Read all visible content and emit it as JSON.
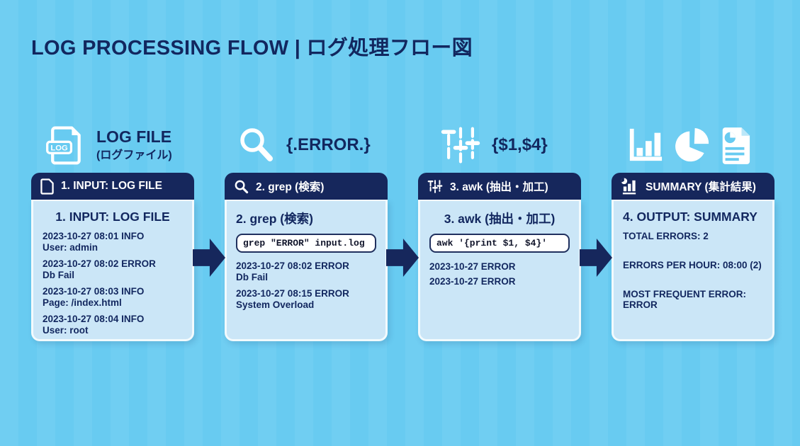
{
  "page": {
    "title": "LOG PROCESSING FLOW | ログ処理フロー図"
  },
  "colors": {
    "background": "#68cbf1",
    "navy": "#16275c",
    "text_navy": "#12275f",
    "card_body": "#cbe6f7",
    "card_border": "#f2fafd",
    "white": "#ffffff"
  },
  "stage1": {
    "icon": "log-file-icon",
    "icon_text": "LOG",
    "label_title": "LOG FILE",
    "label_subtitle": "(ログファイル)",
    "header": "1. INPUT: LOG FILE",
    "body_title": "1. INPUT: LOG FILE",
    "entries": [
      {
        "line1": "2023-10-27 08:01 INFO",
        "line2": "User: admin"
      },
      {
        "line1": "2023-10-27 08:02 ERROR",
        "line2": "Db Fail"
      },
      {
        "line1": "2023-10-27 08:03 INFO",
        "line2": "Page: /index.html"
      },
      {
        "line1": "2023-10-27 08:04 INFO",
        "line2": "User: root"
      }
    ]
  },
  "stage2": {
    "icon": "magnifier-icon",
    "annotation": "{.ERROR.}",
    "header": "2. grep (検索)",
    "body_title": "2. grep (検索)",
    "command": "grep \"ERROR\" input.log",
    "entries": [
      {
        "line1": "2023-10-27 08:02 ERROR",
        "line2": "Db Fail"
      },
      {
        "line1": "2023-10-27 08:15 ERROR",
        "line2": "System Overload"
      }
    ]
  },
  "stage3": {
    "icon": "sliders-icon",
    "annotation": "{$1,$4}",
    "header": "3. awk (抽出・加工)",
    "body_title": "3. awk (抽出・加工)",
    "command": "awk '{print $1, $4}'",
    "lines": [
      "2023-10-27 ERROR",
      "2023-10-27 ERROR"
    ]
  },
  "stage4": {
    "icons": [
      "bar-chart-icon",
      "pie-chart-icon",
      "report-icon"
    ],
    "header": "SUMMARY (集計結果)",
    "body_title": "4. OUTPUT: SUMMARY",
    "stats": [
      "TOTAL ERRORS: 2",
      "ERRORS PER HOUR: 08:00 (2)",
      "MOST FREQUENT ERROR:",
      "ERROR"
    ]
  }
}
